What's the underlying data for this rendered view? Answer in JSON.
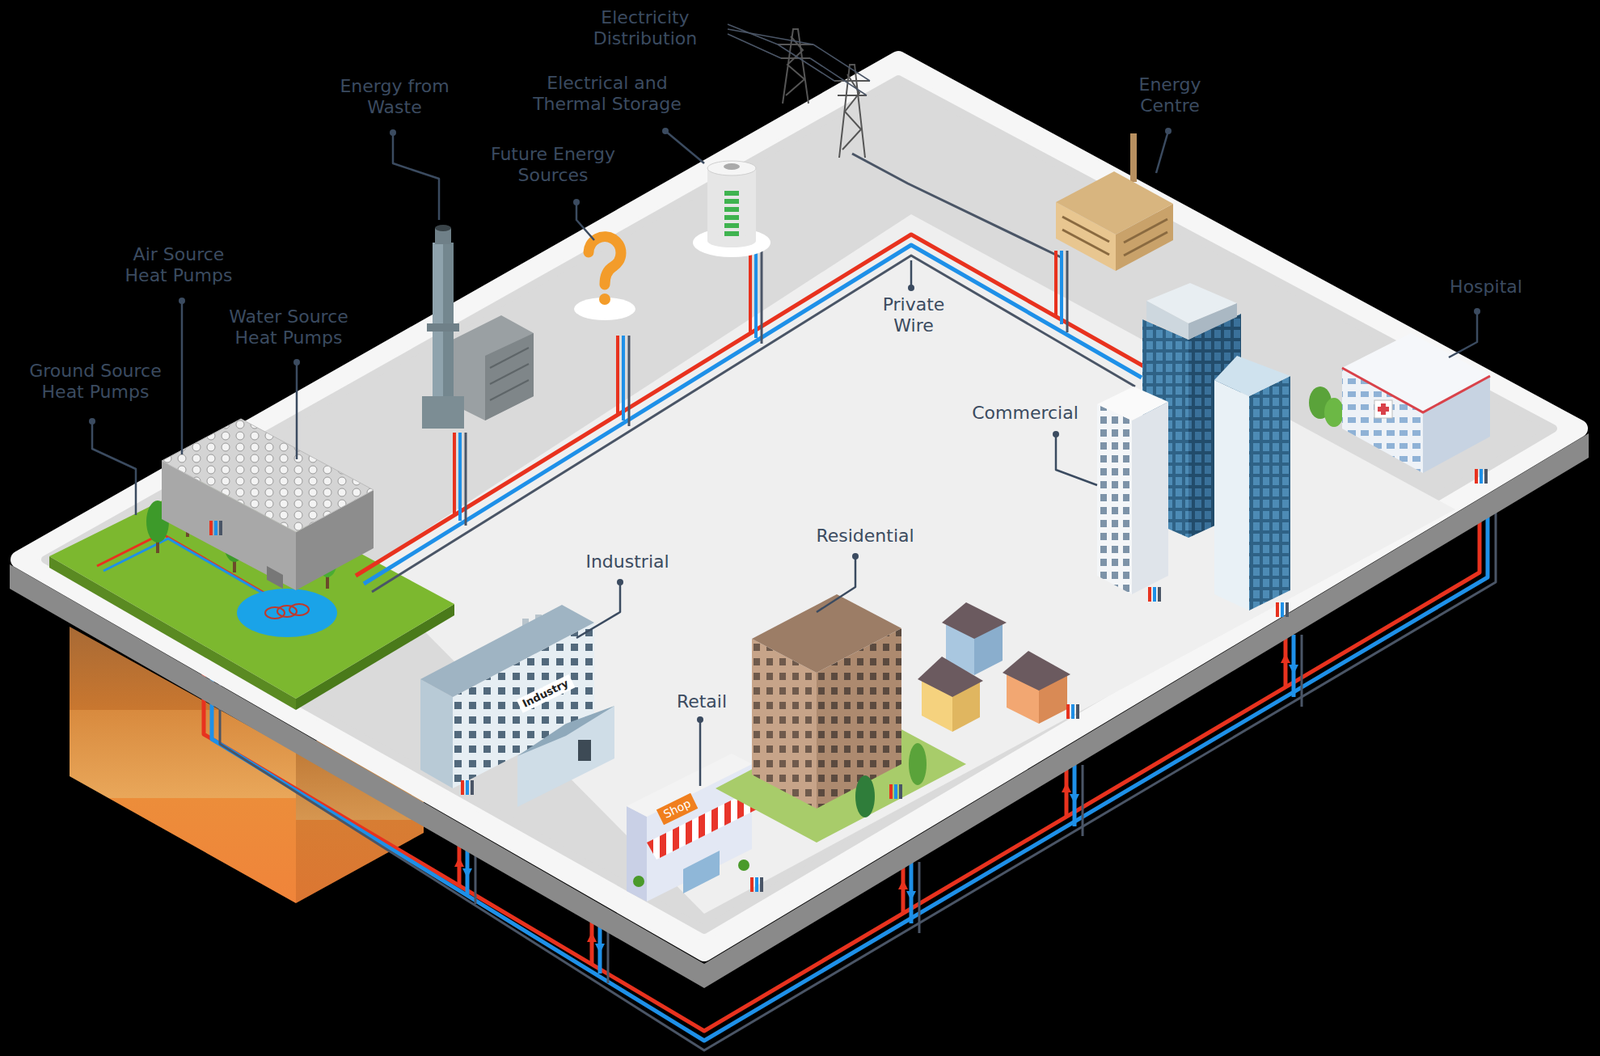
{
  "diagram": {
    "labels": [
      "Electricity Distribution",
      "Energy from Waste",
      "Electrical and Thermal Storage",
      "Energy Centre",
      "Future Energy Sources",
      "Air Source Heat Pumps",
      "Water Source Heat Pumps",
      "Hospital",
      "Ground Source Heat Pumps",
      "Private Wire",
      "Commercial",
      "Industrial",
      "Residential",
      "Retail",
      "Industry",
      "Shop"
    ]
  }
}
